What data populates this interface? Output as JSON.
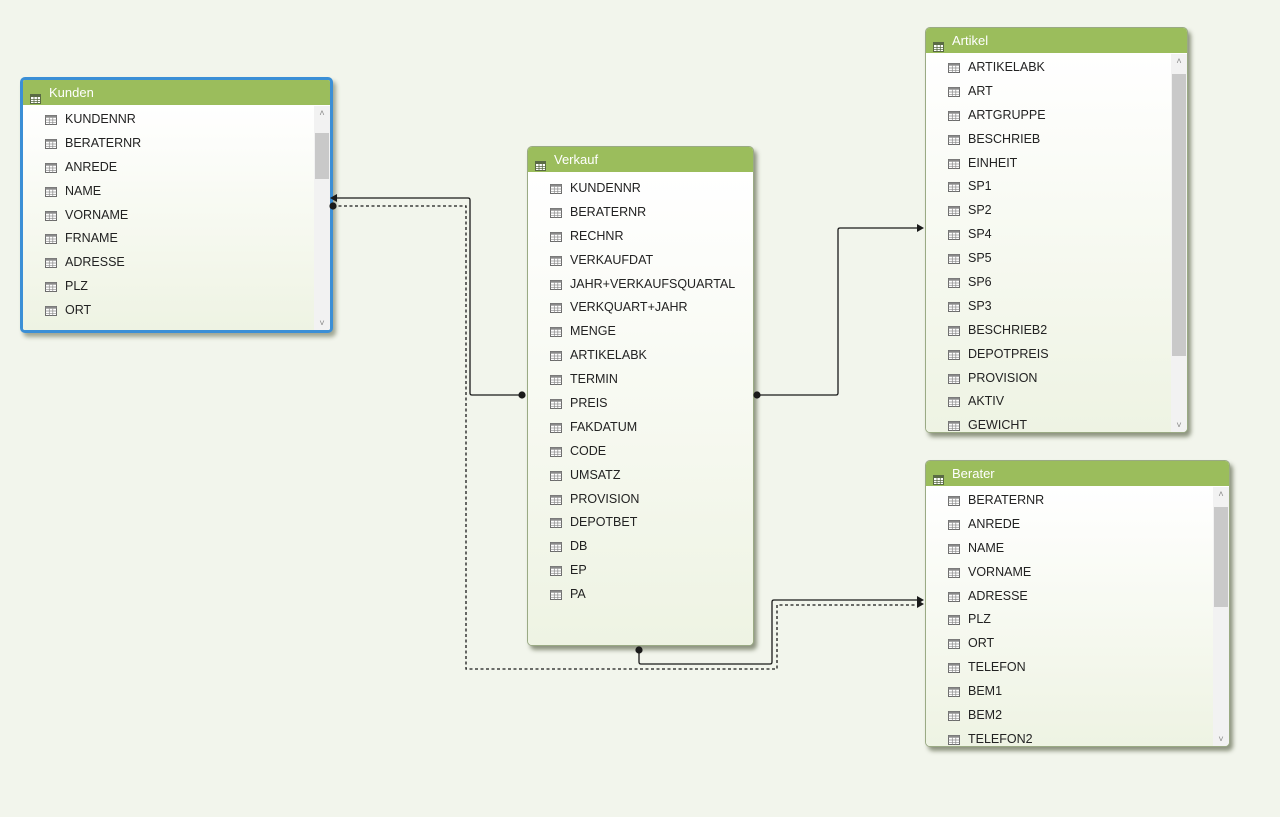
{
  "tables": [
    {
      "id": "kunden",
      "name": "Kunden",
      "selected": true,
      "scrollable": true,
      "fields": [
        "KUNDENNR",
        "BERATERNR",
        "ANREDE",
        "NAME",
        "VORNAME",
        "FRNAME",
        "ADRESSE",
        "PLZ",
        "ORT"
      ]
    },
    {
      "id": "verkauf",
      "name": "Verkauf",
      "selected": false,
      "scrollable": false,
      "fields": [
        "KUNDENNR",
        "BERATERNR",
        "RECHNR",
        "VERKAUFDAT",
        "JAHR+VERKAUFSQUARTAL",
        "VERKQUART+JAHR",
        "MENGE",
        "ARTIKELABK",
        "TERMIN",
        "PREIS",
        "FAKDATUM",
        "CODE",
        "UMSATZ",
        "PROVISION",
        "DEPOTBET",
        "DB",
        "EP",
        "PA"
      ]
    },
    {
      "id": "artikel",
      "name": "Artikel",
      "selected": false,
      "scrollable": true,
      "fields": [
        "ARTIKELABK",
        "ART",
        "ARTGRUPPE",
        "BESCHRIEB",
        "EINHEIT",
        "SP1",
        "SP2",
        "SP4",
        "SP5",
        "SP6",
        "SP3",
        "BESCHRIEB2",
        "DEPOTPREIS",
        "PROVISION",
        "AKTIV",
        "GEWICHT"
      ]
    },
    {
      "id": "berater",
      "name": "Berater",
      "selected": false,
      "scrollable": true,
      "fields": [
        "BERATERNR",
        "ANREDE",
        "NAME",
        "VORNAME",
        "ADRESSE",
        "PLZ",
        "ORT",
        "TELEFON",
        "BEM1",
        "BEM2",
        "TELEFON2"
      ]
    }
  ],
  "relationships": [
    {
      "from": "verkauf",
      "to": "kunden",
      "style": "solid"
    },
    {
      "from": "verkauf",
      "to": "artikel",
      "style": "solid"
    },
    {
      "from": "verkauf",
      "to": "berater",
      "style": "solid"
    },
    {
      "from": "kunden",
      "to": "berater",
      "style": "dashed"
    }
  ],
  "colors": {
    "canvas": "#f2f5ec",
    "header": "#9bbd5c",
    "selected_border": "#3b8fd6",
    "line": "#1a1a1a"
  }
}
